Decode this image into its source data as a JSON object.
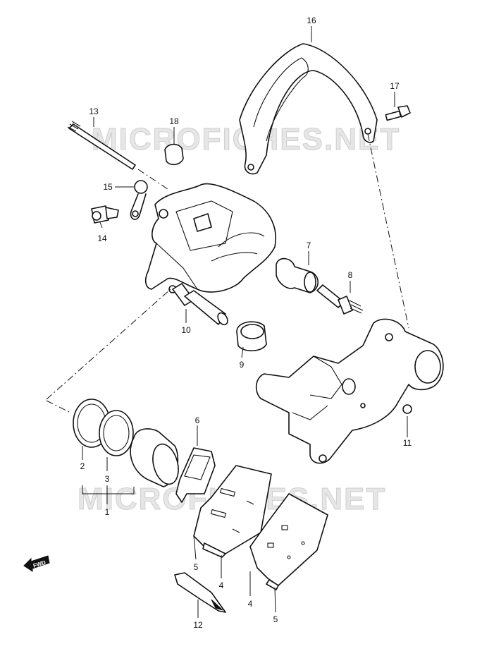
{
  "watermark": {
    "text": "MICROFICHES.NET"
  },
  "direction_badge": {
    "label": "FWD"
  },
  "callouts": {
    "c1": "1",
    "c2": "2",
    "c3": "3",
    "c4a": "4",
    "c4b": "4",
    "c5a": "5",
    "c5b": "5",
    "c6": "6",
    "c7": "7",
    "c8": "8",
    "c9": "9",
    "c10": "10",
    "c11": "11",
    "c12": "12",
    "c13": "13",
    "c14": "14",
    "c15": "15",
    "c16": "16",
    "c17": "17",
    "c18": "18"
  }
}
